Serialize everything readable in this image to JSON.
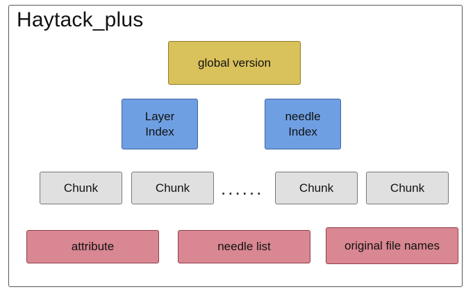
{
  "title": "Haytack_plus",
  "global": "global version",
  "layer_index": [
    "Layer",
    "Index"
  ],
  "needle_index": [
    "needle",
    "Index"
  ],
  "chunks": [
    "Chunk",
    "Chunk",
    "Chunk",
    "Chunk"
  ],
  "ellipsis": "......",
  "bottom": [
    "attribute",
    "needle list",
    "original file names"
  ],
  "colors": {
    "global": "#d9c15b",
    "index": "#6f9fe3",
    "chunk": "#e0e0e0",
    "bottom": "#d98792"
  }
}
